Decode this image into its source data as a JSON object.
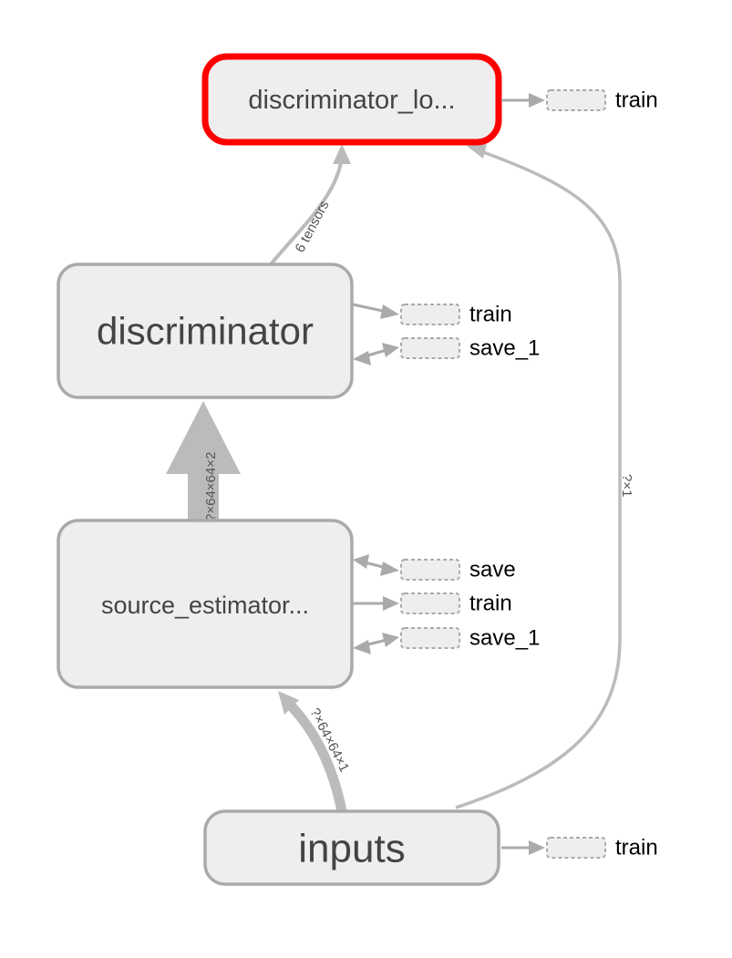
{
  "nodes": {
    "discriminator_loss": {
      "label": "discriminator_lo..."
    },
    "discriminator": {
      "label": "discriminator"
    },
    "source_estimator": {
      "label": "source_estimator..."
    },
    "inputs": {
      "label": "inputs"
    }
  },
  "aux_nodes": {
    "discriminator_loss_train": "train",
    "discriminator_train": "train",
    "discriminator_save_1": "save_1",
    "source_estimator_save": "save",
    "source_estimator_train": "train",
    "source_estimator_save_1": "save_1",
    "inputs_train": "train"
  },
  "edges": {
    "discriminator_to_loss": "6 tensors",
    "source_to_discriminator": "?×64×64×2",
    "inputs_to_source": "?×64×64×1",
    "inputs_to_loss": "?×1"
  },
  "colors": {
    "node_fill": "#eeeeee",
    "node_stroke": "#aaaaaa",
    "selected_stroke": "#ff0000"
  }
}
